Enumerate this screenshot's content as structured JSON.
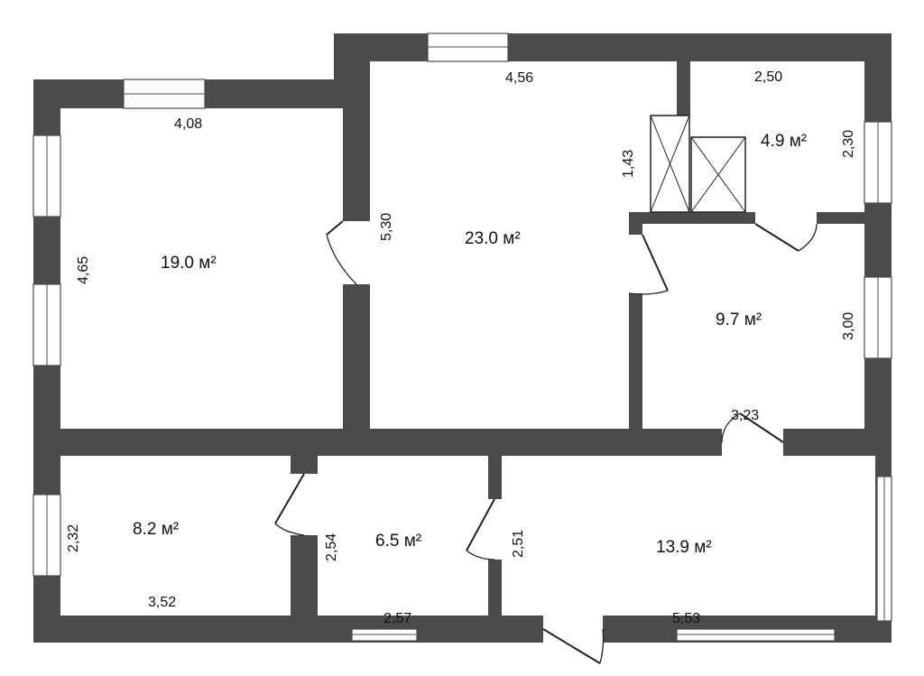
{
  "rooms": [
    {
      "area": "19.0 м²",
      "dims": [
        "4,08",
        "4,65"
      ]
    },
    {
      "area": "23.0 м²",
      "dims": [
        "4,56",
        "5,30"
      ]
    },
    {
      "area": "4.9 м²",
      "dims": [
        "2,50",
        "2,30",
        "1,43"
      ]
    },
    {
      "area": "9.7 м²",
      "dims": [
        "3,00",
        "3,23"
      ]
    },
    {
      "area": "8.2 м²",
      "dims": [
        "2,32",
        "3,52"
      ]
    },
    {
      "area": "6.5 м²",
      "dims": [
        "2,54",
        "2,57"
      ]
    },
    {
      "area": "13.9 м²",
      "dims": [
        "2,51",
        "5,53"
      ]
    }
  ]
}
